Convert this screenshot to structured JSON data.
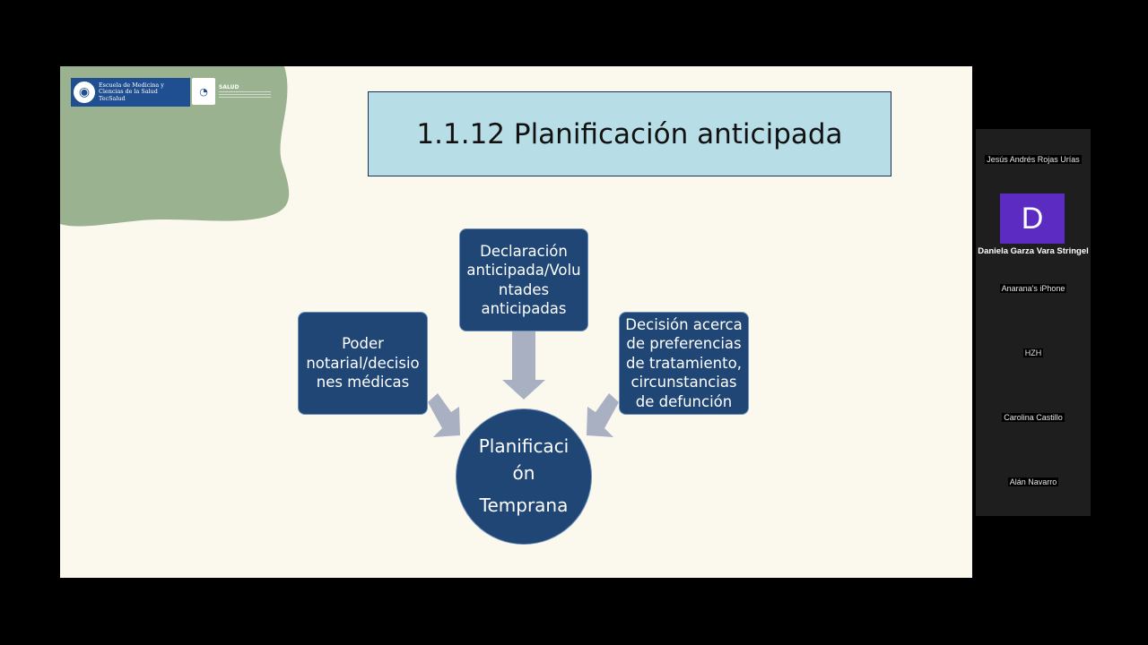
{
  "slide": {
    "logo": {
      "institution_lines": [
        "Escuela de Medicina y",
        "Ciencias de la Salud",
        "TecSalud"
      ],
      "secondary_mark": "NL",
      "tertiary_mark": "SALUD"
    },
    "title": "1.1.12 Planificación anticipada",
    "nodes": {
      "left": [
        "Poder",
        "notarial/decisio",
        "nes médicas"
      ],
      "top": [
        "Declaración",
        "anticipada/Volu",
        "ntades",
        "anticipadas"
      ],
      "right": [
        "Decisión acerca",
        "de preferencias",
        "de tratamiento,",
        "circunstancias",
        "de defunción"
      ]
    },
    "center": [
      "Planificaci",
      "ón",
      "Temprana"
    ],
    "colors": {
      "slide_bg": "#fbf8ee",
      "title_bg": "#b7dee6",
      "node_bg": "#1f4674",
      "arrow": "#a9b0c2",
      "blob": "#9bb291"
    }
  },
  "participants": {
    "list": [
      {
        "name": "Jesús Andrés Rojas Urías"
      },
      {
        "name": "Daniela Garza Vara Stringel",
        "avatar_letter": "D",
        "avatar_color": "#5b2bc2",
        "active": true
      },
      {
        "name": "Anarana's iPhone"
      },
      {
        "name": "HZH"
      },
      {
        "name": "Carolina Castillo"
      },
      {
        "name": "Alán Navarro"
      }
    ]
  }
}
